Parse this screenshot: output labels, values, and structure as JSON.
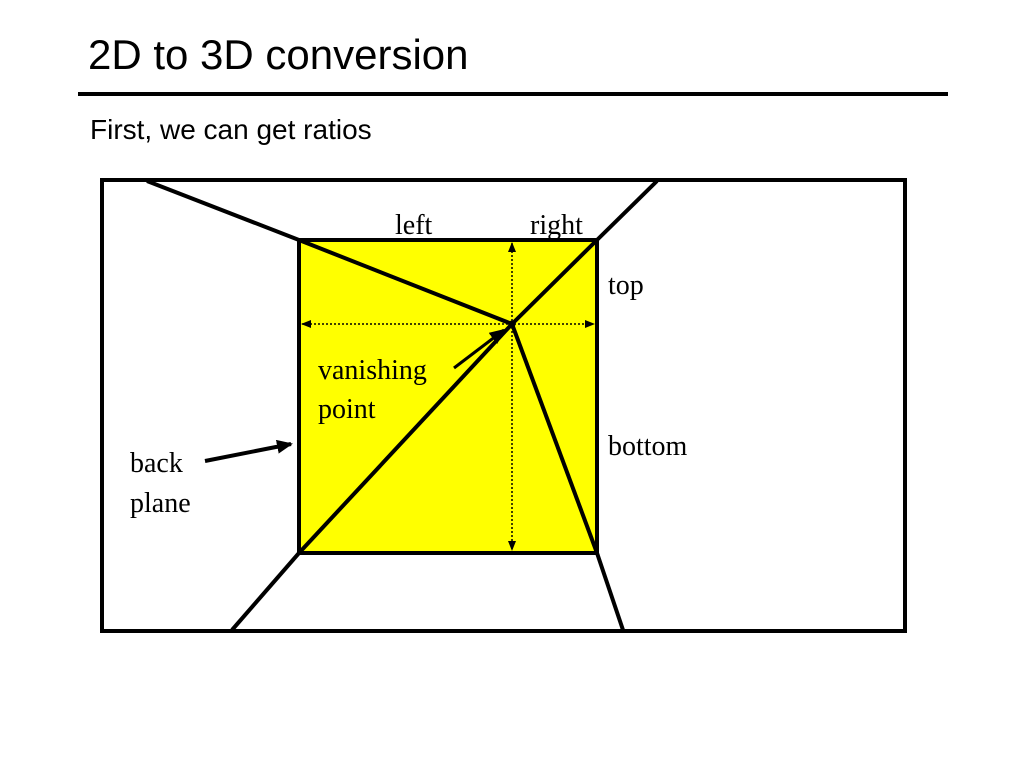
{
  "slide": {
    "title": "2D to 3D conversion",
    "subtitle": "First, we can get ratios"
  },
  "diagram": {
    "labels": {
      "left": "left",
      "right": "right",
      "top": "top",
      "bottom": "bottom",
      "vanishing_point_line1": "vanishing",
      "vanishing_point_line2": "point",
      "back_plane_line1": "back",
      "back_plane_line2": "plane"
    },
    "colors": {
      "back_plane_fill": "#FFFF00",
      "stroke": "#000000",
      "background": "#FFFFFF"
    }
  }
}
